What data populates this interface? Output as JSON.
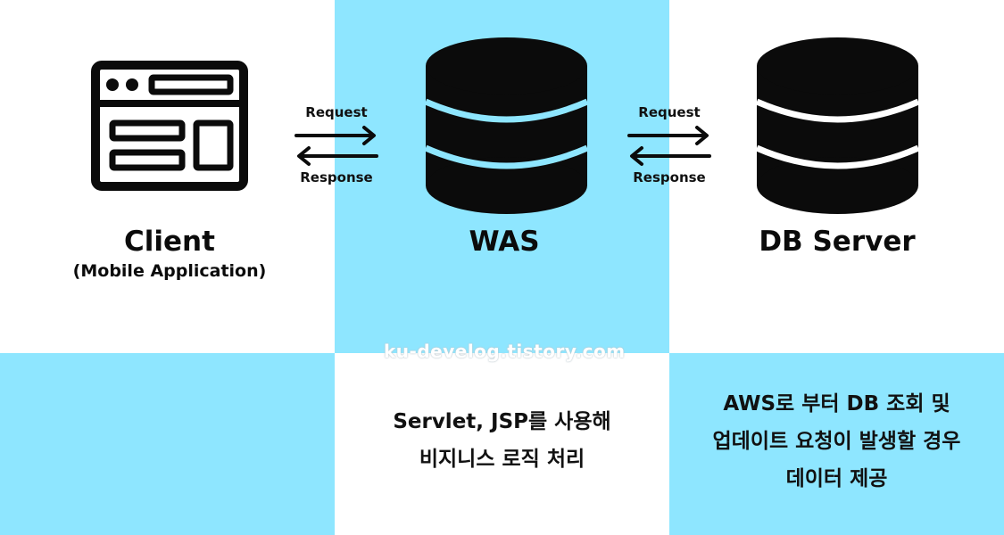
{
  "theme": {
    "accent": "#8ee6ff",
    "ink": "#0b0b0b"
  },
  "client": {
    "title": "Client",
    "subtitle": "(Mobile Application)",
    "icon": "browser-window-icon"
  },
  "was": {
    "title": "WAS",
    "icon": "database-icon"
  },
  "db": {
    "title": "DB Server",
    "icon": "database-icon"
  },
  "arrows": [
    {
      "request": "Request",
      "response": "Response"
    },
    {
      "request": "Request",
      "response": "Response"
    }
  ],
  "descriptions": {
    "was": {
      "line1": "Servlet, JSP를 사용해",
      "line2": "비지니스 로직 처리"
    },
    "db": {
      "line1": "AWS로 부터 DB 조회 및",
      "line2": "업데이트 요청이 발생할 경우",
      "line3": "데이터 제공"
    }
  },
  "watermark": "ku-develog.tistory.com"
}
